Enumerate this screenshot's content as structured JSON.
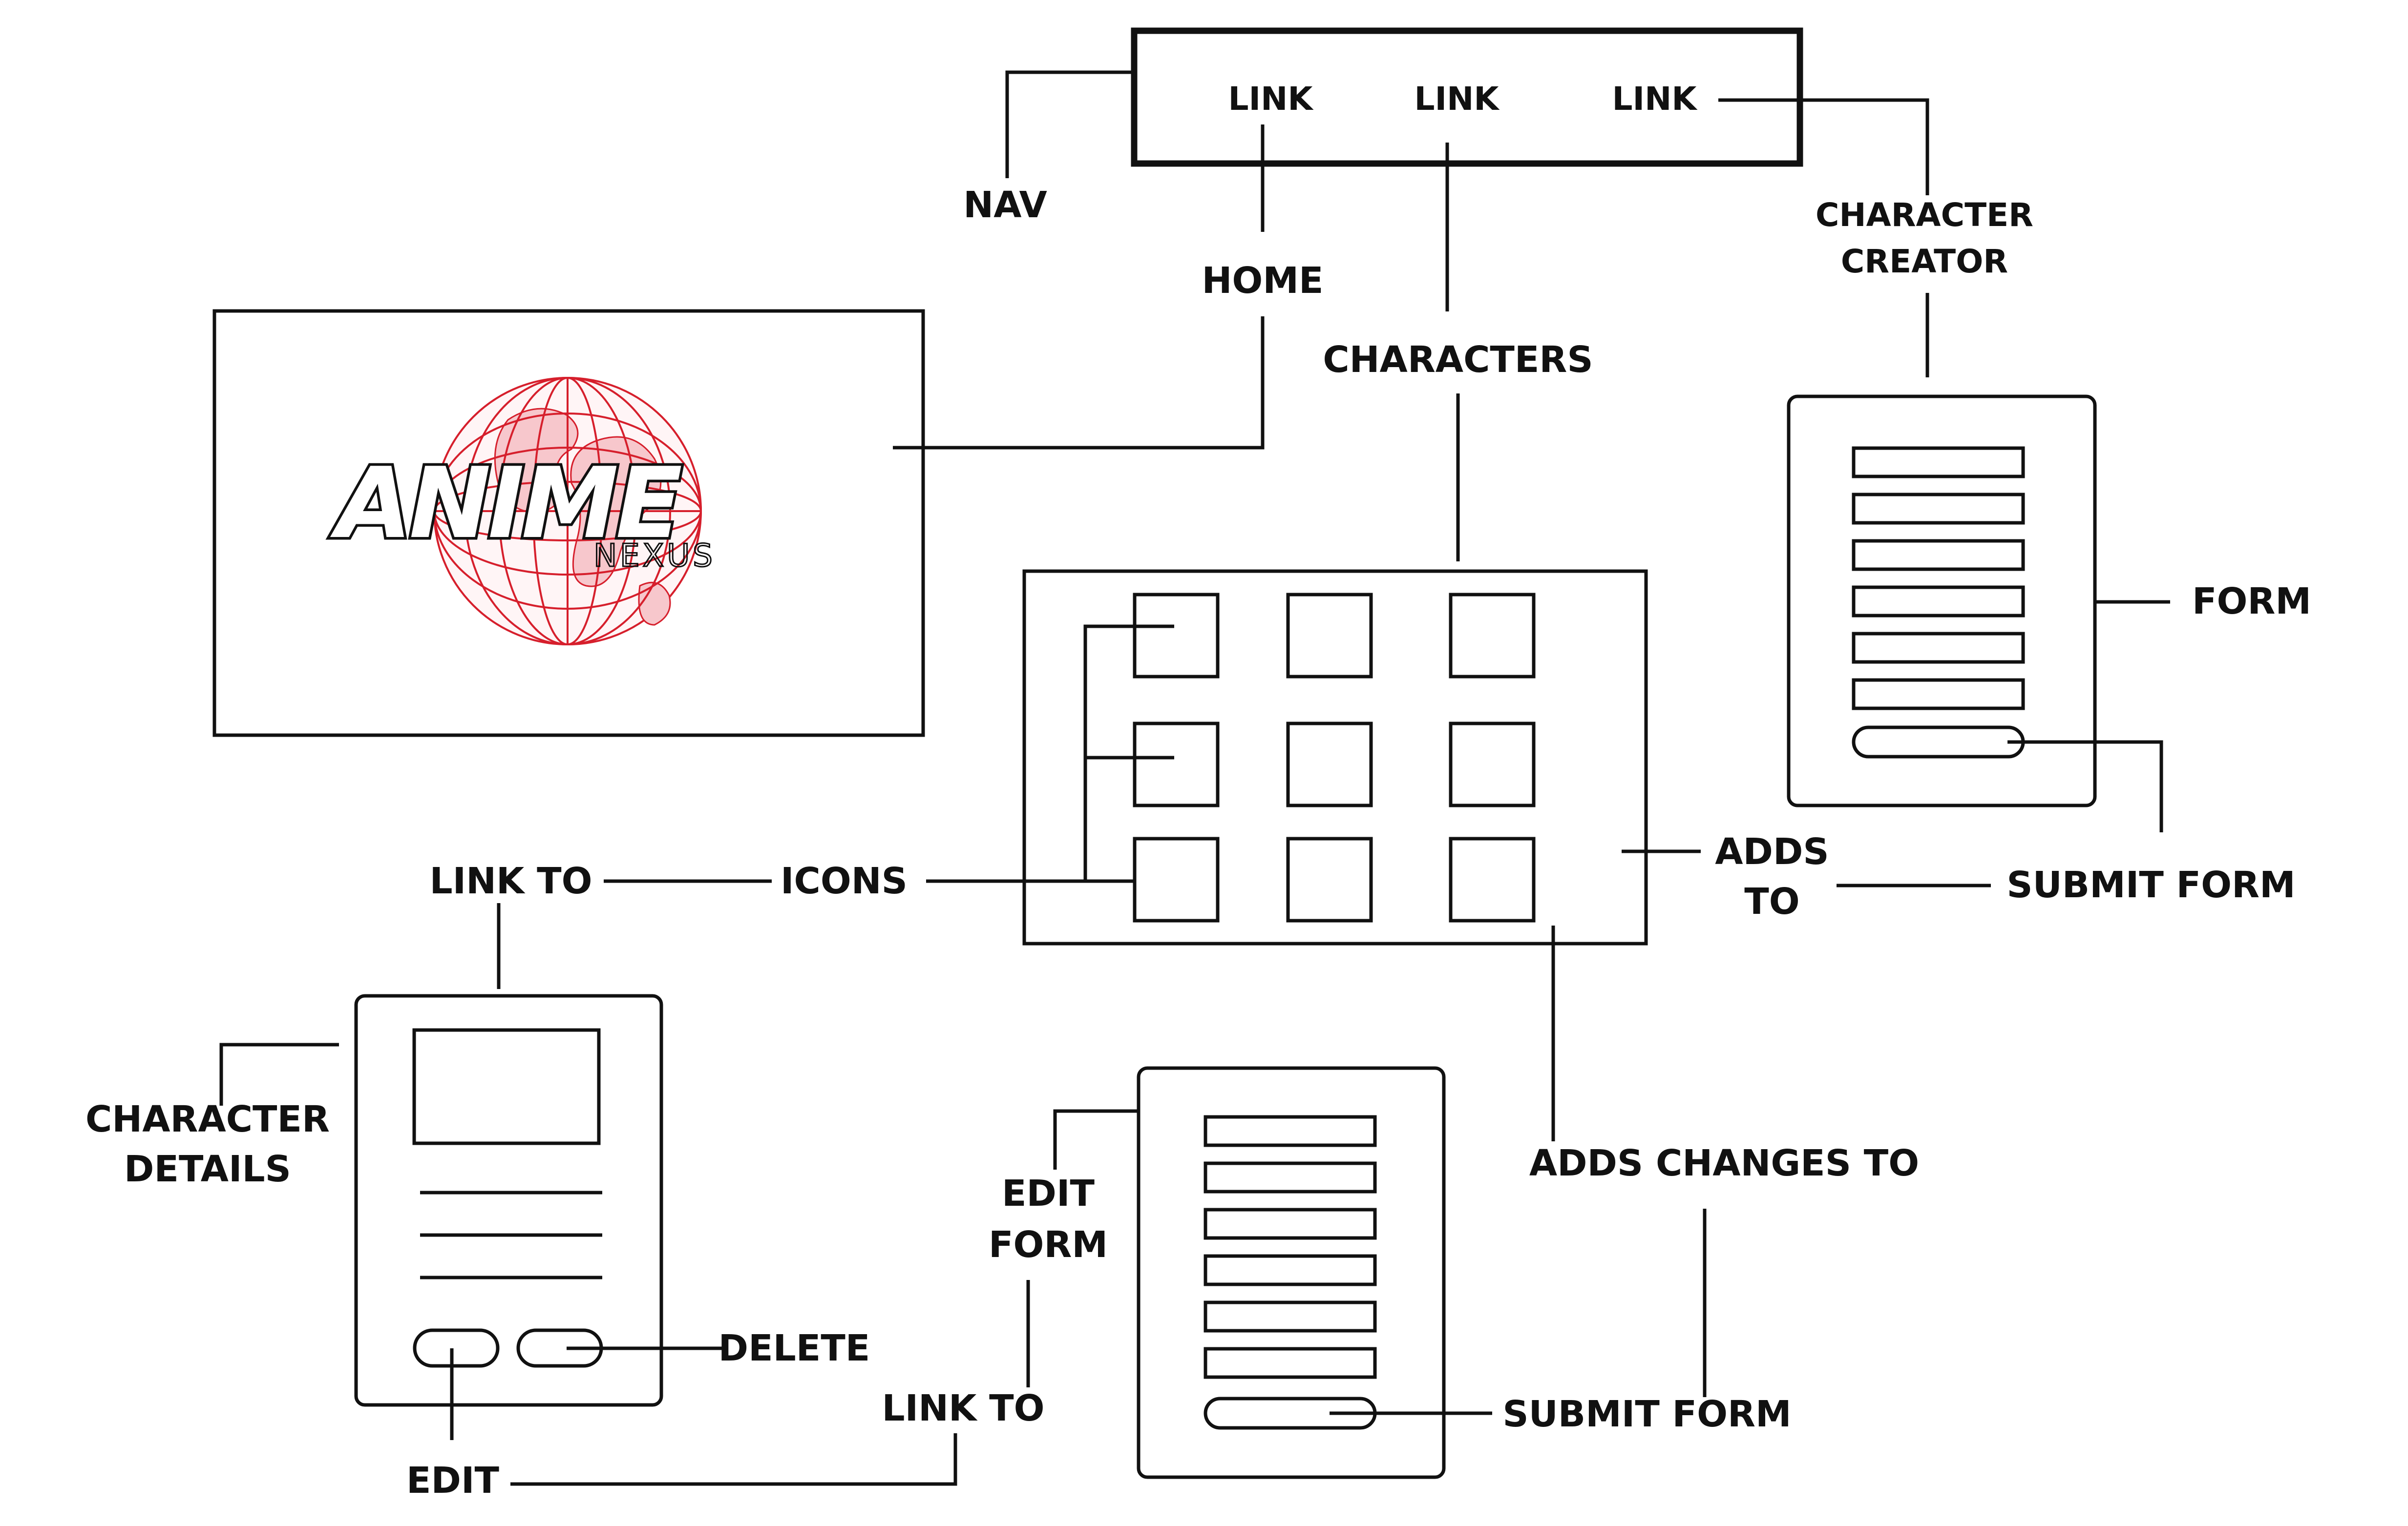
{
  "nav": {
    "label": "NAV",
    "links": [
      "LINK",
      "LINK",
      "LINK"
    ]
  },
  "pages": {
    "home": "HOME",
    "characters": "CHARACTERS",
    "character_creator": [
      "CHARACTER",
      "CREATOR"
    ]
  },
  "logo": {
    "title": "ANIME",
    "subtitle": "NEXUS",
    "accent": "#d61f2c"
  },
  "annotations": {
    "form": "FORM",
    "submit_form_top": "SUBMIT FORM",
    "adds_to": [
      "ADDS",
      "TO"
    ],
    "icons": "ICONS",
    "link_to_left": "LINK TO",
    "character_details": [
      "CHARACTER",
      "DETAILS"
    ],
    "delete": "DELETE",
    "edit": "EDIT",
    "link_to_bottom": "LINK TO",
    "edit_form": [
      "EDIT",
      "FORM"
    ],
    "adds_changes_to": "ADDS CHANGES TO",
    "submit_form_bottom": "SUBMIT FORM"
  }
}
